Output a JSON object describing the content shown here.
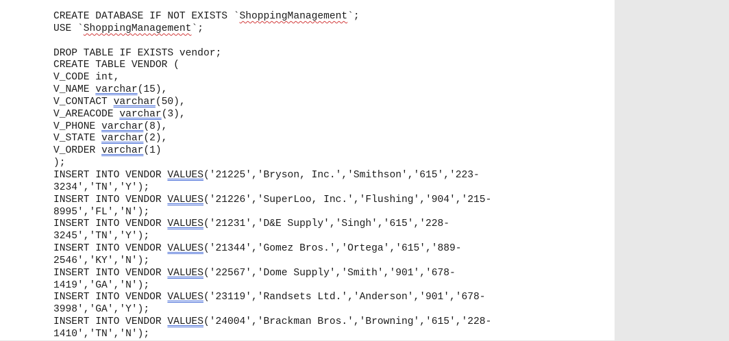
{
  "document": {
    "lines": [
      {
        "pre": "CREATE DATABASE IF NOT EXISTS `",
        "mark": "ShoppingManagement",
        "mark_style": "wavy",
        "post": "`;"
      },
      {
        "pre": "USE `",
        "mark": "ShoppingManagement",
        "mark_style": "wavy",
        "post": "`;"
      },
      {
        "blank": true
      },
      {
        "pre": "DROP TABLE IF EXISTS vendor;",
        "mark": "",
        "post": ""
      },
      {
        "pre": "CREATE TABLE VENDOR (",
        "mark": "",
        "post": ""
      },
      {
        "pre": "V_CODE int,",
        "mark": "",
        "post": ""
      },
      {
        "pre": "V_NAME ",
        "mark": "varchar",
        "mark_style": "double",
        "post": "(15),"
      },
      {
        "pre": "V_CONTACT ",
        "mark": "varchar",
        "mark_style": "double",
        "post": "(50),"
      },
      {
        "pre": "V_AREACODE ",
        "mark": "varchar",
        "mark_style": "double",
        "post": "(3),"
      },
      {
        "pre": "V_PHONE ",
        "mark": "varchar",
        "mark_style": "double",
        "post": "(8),"
      },
      {
        "pre": "V_STATE ",
        "mark": "varchar",
        "mark_style": "double",
        "post": "(2),"
      },
      {
        "pre": "V_ORDER ",
        "mark": "varchar",
        "mark_style": "double",
        "post": "(1)"
      },
      {
        "pre": ");",
        "mark": "",
        "post": ""
      },
      {
        "pre": "INSERT INTO VENDOR ",
        "mark": "VALUES",
        "mark_style": "double",
        "post": "('21225','Bryson, Inc.','Smithson','615','223-"
      },
      {
        "pre": "3234','TN','Y');",
        "mark": "",
        "post": ""
      },
      {
        "pre": "INSERT INTO VENDOR ",
        "mark": "VALUES",
        "mark_style": "double",
        "post": "('21226','SuperLoo, Inc.','Flushing','904','215-"
      },
      {
        "pre": "8995','FL','N');",
        "mark": "",
        "post": ""
      },
      {
        "pre": "INSERT INTO VENDOR ",
        "mark": "VALUES",
        "mark_style": "double",
        "post": "('21231','D&E Supply','Singh','615','228-"
      },
      {
        "pre": "3245','TN','Y');",
        "mark": "",
        "post": ""
      },
      {
        "pre": "INSERT INTO VENDOR ",
        "mark": "VALUES",
        "mark_style": "double",
        "post": "('21344','Gomez Bros.','Ortega','615','889-"
      },
      {
        "pre": "2546','KY','N');",
        "mark": "",
        "post": ""
      },
      {
        "pre": "INSERT INTO VENDOR ",
        "mark": "VALUES",
        "mark_style": "double",
        "post": "('22567','Dome Supply','Smith','901','678-"
      },
      {
        "pre": "1419','GA','N');",
        "mark": "",
        "post": ""
      },
      {
        "pre": "INSERT INTO VENDOR ",
        "mark": "VALUES",
        "mark_style": "double",
        "post": "('23119','Randsets Ltd.','Anderson','901','678-"
      },
      {
        "pre": "3998','GA','Y');",
        "mark": "",
        "post": ""
      },
      {
        "pre": "INSERT INTO VENDOR ",
        "mark": "VALUES",
        "mark_style": "double",
        "post": "('24004','Brackman Bros.','Browning','615','228-"
      },
      {
        "pre": "1410','TN','N');",
        "mark": "",
        "post": ""
      }
    ]
  },
  "colors": {
    "page": "#ffffff",
    "background": "#e8e8e8",
    "text": "#1a1a1a",
    "spelling_underline": "#d23b3b",
    "grammar_underline": "#4a6fd8"
  }
}
